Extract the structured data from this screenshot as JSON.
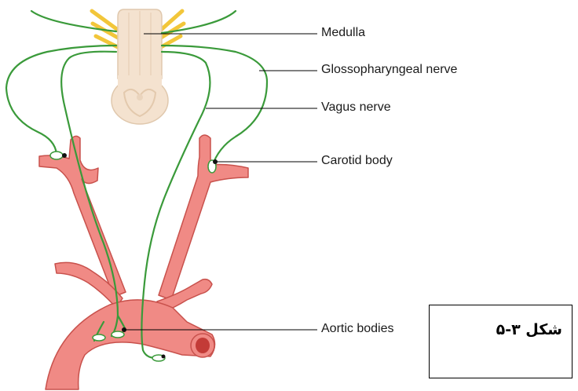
{
  "labels": {
    "medulla": "Medulla",
    "glossopharyngeal": "Glossopharyngeal nerve",
    "vagus": "Vagus nerve",
    "carotid_body": "Carotid body",
    "aortic_bodies": "Aortic bodies"
  },
  "figure_caption": "شکل ۳-۵",
  "colors": {
    "artery_fill": "#f08a85",
    "artery_stroke": "#c8514c",
    "nerve": "#3a9a3a",
    "medulla": "#f4e2cf",
    "nerve_roots": "#f2c63a"
  }
}
